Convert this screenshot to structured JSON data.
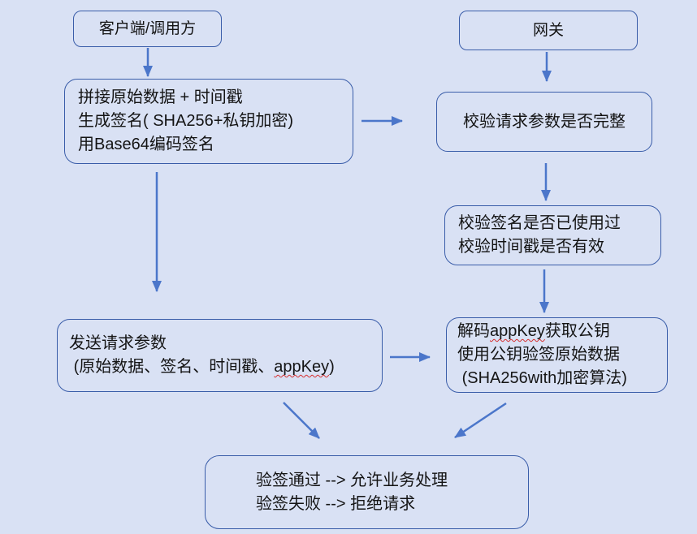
{
  "colors": {
    "background": "#d9e1f4",
    "box_border": "#3a5da9",
    "arrow": "#4b76ca",
    "text": "#141414",
    "misspell": "#d62f2f"
  },
  "nodes": {
    "client": {
      "lines": [
        "客户端/调用方"
      ]
    },
    "gateway": {
      "lines": [
        "网关"
      ]
    },
    "sign": {
      "lines": [
        "拼接原始数据 + 时间戳",
        "生成签名( SHA256+私钥加密)",
        "用Base64编码签名"
      ]
    },
    "check_params": {
      "lines": [
        "校验请求参数是否完整"
      ]
    },
    "check_sign": {
      "lines": [
        "校验签名是否已使用过",
        "校验时间戳是否有效"
      ]
    },
    "send": {
      "line1": "发送请求参数",
      "line2_prefix": " (原始数据、签名、时间戳、",
      "line2_appkey": "appKey",
      "line2_suffix": ")"
    },
    "decode": {
      "line1_prefix": "解码",
      "line1_appkey": "appKey",
      "line1_suffix": "获取公钥",
      "line2": "使用公钥验签原始数据",
      "line3": " (SHA256with加密算法)"
    },
    "result": {
      "lines": [
        "验签通过 --> 允许业务处理",
        "验签失败 --> 拒绝请求"
      ]
    }
  },
  "edges": [
    {
      "from": "client",
      "to": "sign"
    },
    {
      "from": "gateway",
      "to": "check_params"
    },
    {
      "from": "sign",
      "to": "check_params"
    },
    {
      "from": "check_params",
      "to": "check_sign"
    },
    {
      "from": "check_sign",
      "to": "decode"
    },
    {
      "from": "sign",
      "to": "send"
    },
    {
      "from": "send",
      "to": "decode"
    },
    {
      "from": "send",
      "to": "result"
    },
    {
      "from": "decode",
      "to": "result"
    }
  ]
}
